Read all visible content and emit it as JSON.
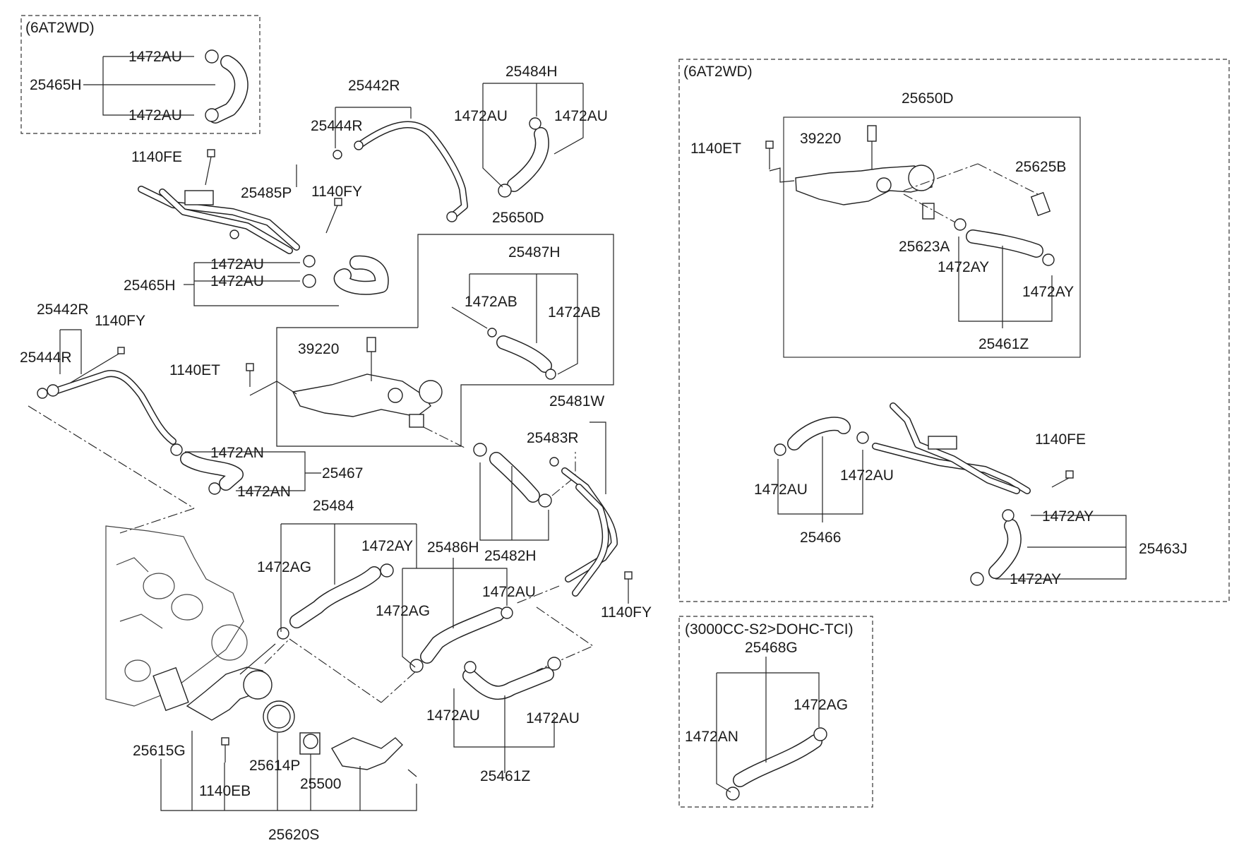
{
  "groups": {
    "g1_title": "(6AT2WD)",
    "g2_title": "(6AT2WD)",
    "g3_title": "(3000CC-S2>DOHC-TCI)"
  },
  "labels": {
    "l_1472AU_a": "1472AU",
    "l_25465H_a": "25465H",
    "l_1472AU_b": "1472AU",
    "l_25442R_a": "25442R",
    "l_25444R_a": "25444R",
    "l_25484H": "25484H",
    "l_1472AU_c": "1472AU",
    "l_1472AU_d": "1472AU",
    "l_1140FE_a": "1140FE",
    "l_25485P": "25485P",
    "l_1140FY_a": "1140FY",
    "l_25650D_a": "25650D",
    "l_1472AU_e": "1472AU",
    "l_25465H_b": "25465H",
    "l_1472AU_f": "1472AU",
    "l_25487H": "25487H",
    "l_25442R_b": "25442R",
    "l_1140FY_b": "1140FY",
    "l_1472AB_a": "1472AB",
    "l_1472AB_b": "1472AB",
    "l_25444R_b": "25444R",
    "l_39220_a": "39220",
    "l_1140ET_a": "1140ET",
    "l_25481W": "25481W",
    "l_25483R": "25483R",
    "l_1472AN_a": "1472AN",
    "l_25467": "25467",
    "l_1472AN_b": "1472AN",
    "l_25484": "25484",
    "l_1472AY_a": "1472AY",
    "l_25486H": "25486H",
    "l_25482H": "25482H",
    "l_1472AG_a": "1472AG",
    "l_1472AU_g": "1472AU",
    "l_1472AG_b": "1472AG",
    "l_1140FY_c": "1140FY",
    "l_1472AU_h": "1472AU",
    "l_1472AU_i": "1472AU",
    "l_25615G": "25615G",
    "l_25614P": "25614P",
    "l_1140EB": "1140EB",
    "l_25500": "25500",
    "l_25461Z_a": "25461Z",
    "l_25620S": "25620S",
    "l_25650D_b": "25650D",
    "l_39220_b": "39220",
    "l_1140ET_b": "1140ET",
    "l_25625B": "25625B",
    "l_25623A": "25623A",
    "l_1472AY_b": "1472AY",
    "l_1472AY_c": "1472AY",
    "l_25461Z_b": "25461Z",
    "l_1140FE_b": "1140FE",
    "l_1472AU_j": "1472AU",
    "l_1472AU_k": "1472AU",
    "l_1472AY_d": "1472AY",
    "l_25466": "25466",
    "l_25463J": "25463J",
    "l_1472AY_e": "1472AY",
    "l_25468G": "25468G",
    "l_1472AG_c": "1472AG",
    "l_1472AN_c": "1472AN"
  }
}
